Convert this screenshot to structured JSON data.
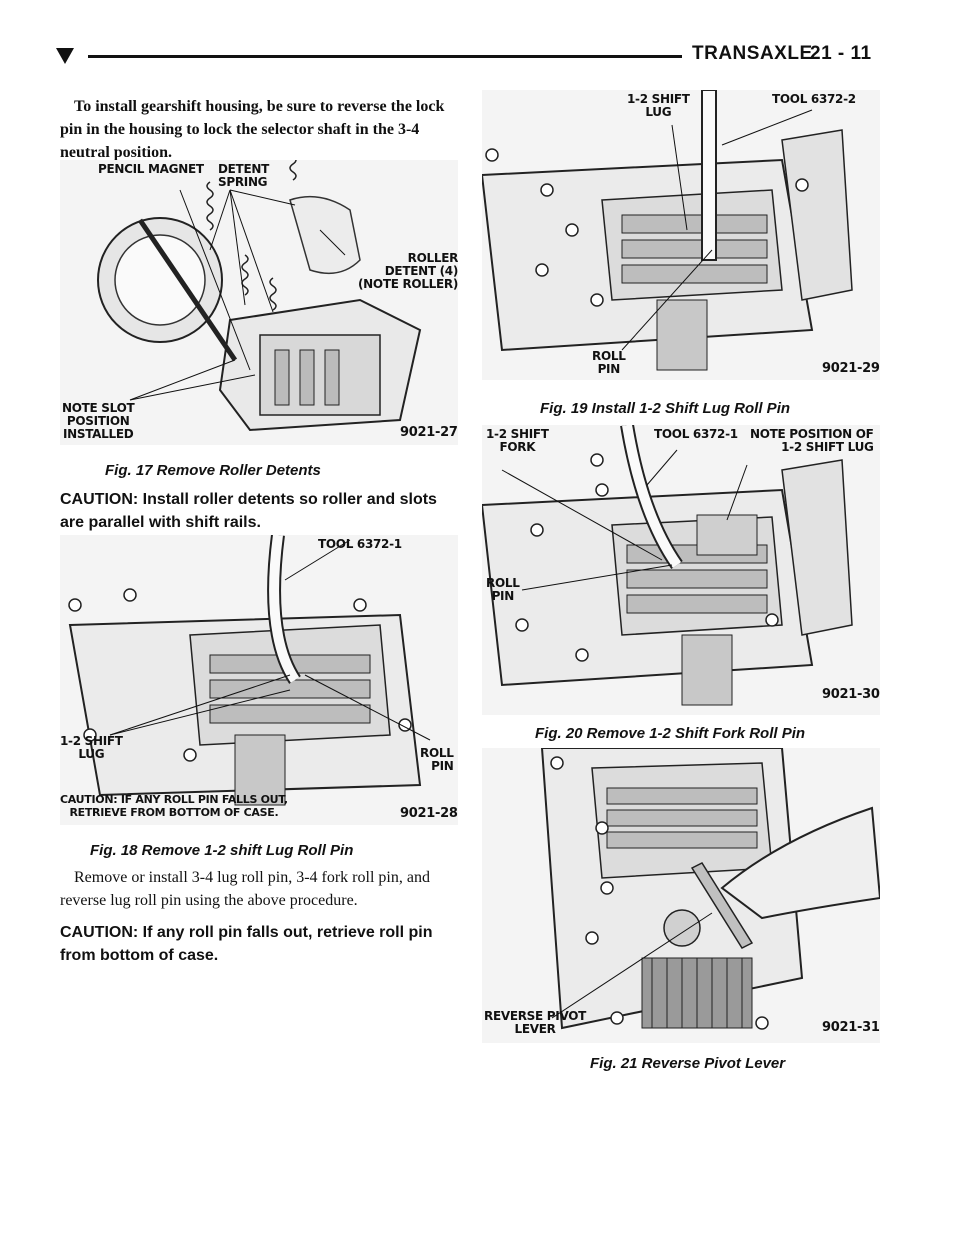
{
  "header": {
    "section_title": "TRANSAXLE",
    "page_number": "21 - 11"
  },
  "left_column": {
    "intro_paragraph": "To install gearshift housing, be sure to reverse the lock pin in the housing to lock the selector shaft in the 3-4 neutral position.",
    "caution_1": "CAUTION: Install roller detents so roller and slots are parallel with shift rails.",
    "body_paragraph": "Remove or install 3-4 lug roll pin, 3-4 fork roll pin, and reverse lug roll pin using the above procedure.",
    "caution_2": "CAUTION: If any roll pin falls out, retrieve roll pin from bottom of case."
  },
  "figures": {
    "fig17": {
      "caption": "Fig. 17 Remove Roller Detents",
      "code": "9021-27",
      "labels": {
        "pencil_magnet": "PENCIL MAGNET",
        "detent_spring": "DETENT\nSPRING",
        "roller_detent": "ROLLER\nDETENT (4)\n(NOTE ROLLER)",
        "note_slot": "NOTE SLOT\nPOSITION\nINSTALLED"
      }
    },
    "fig18": {
      "caption": "Fig. 18 Remove 1-2 shift Lug Roll Pin",
      "code": "9021-28",
      "labels": {
        "tool": "TOOL 6372-1",
        "shift_lug": "1-2 SHIFT\nLUG",
        "roll_pin": "ROLL\nPIN",
        "caution": "CAUTION: IF ANY ROLL PIN FALLS OUT,\nRETRIEVE FROM BOTTOM OF CASE."
      }
    },
    "fig19": {
      "caption": "Fig. 19 Install 1-2 Shift Lug Roll Pin",
      "code": "9021-29",
      "labels": {
        "shift_lug": "1-2 SHIFT\nLUG",
        "tool": "TOOL 6372-2",
        "roll_pin": "ROLL\nPIN"
      }
    },
    "fig20": {
      "caption": "Fig. 20 Remove 1-2 Shift Fork Roll Pin",
      "code": "9021-30",
      "labels": {
        "shift_fork": "1-2 SHIFT\nFORK",
        "tool": "TOOL 6372-1",
        "note_position": "NOTE POSITION OF\n1-2 SHIFT LUG",
        "roll_pin": "ROLL\nPIN"
      }
    },
    "fig21": {
      "caption": "Fig. 21 Reverse Pivot Lever",
      "code": "9021-31",
      "labels": {
        "reverse_pivot": "REVERSE PIVOT\nLEVER"
      }
    }
  }
}
